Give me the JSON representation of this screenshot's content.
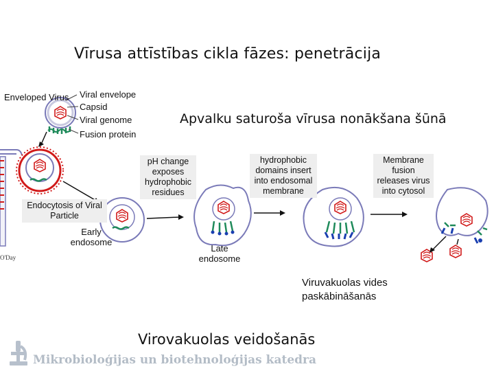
{
  "slide": {
    "title": "Vīrusa attīstības cikla fāzes: penetrācija",
    "caption_acidification": "Viruvakuolas vides paskābināšanās",
    "caption_formation": "Virovakuolas veidošanās",
    "footer": "Mikrobioloģijas un biotehnoloģijas katedra"
  },
  "figure": {
    "overlay_title": "Apvalku saturoša vīrusa nonākšana šūnā",
    "labels": {
      "enveloped_virus": "Enveloped Virus",
      "viral_envelope": "Viral envelope",
      "capsid": "Capsid",
      "viral_genome": "Viral genome",
      "fusion_protein": "Fusion protein",
      "endocytosis": "Endocytosis of Viral Particle",
      "early_endosome": "Early endosome",
      "late_endosome": "Late endosome",
      "ph_change": "pH change exposes hydrophobic residues",
      "hydrophobic": "hydrophobic domains insert into endosomal membrane",
      "membrane_fusion": "Membrane fusion releases virus into cytosol",
      "credit": "O'Day"
    },
    "colors": {
      "capsid": "#d11a1a",
      "membrane": "#7a7ab8",
      "fusion_protein": "#1e8a5a",
      "inserted_protein": "#1a3fb0",
      "cell_membrane": "#d11a1a"
    }
  }
}
